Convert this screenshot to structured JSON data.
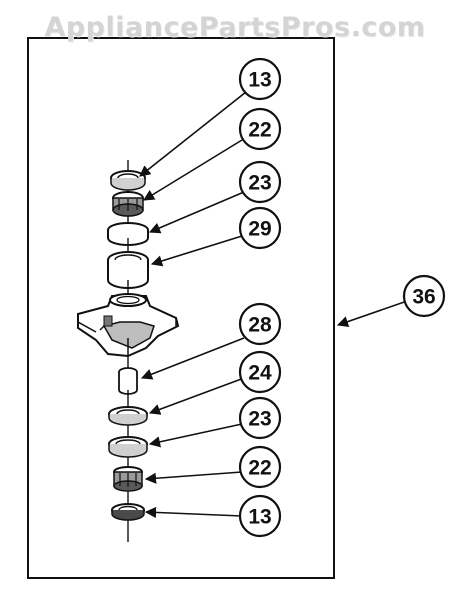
{
  "watermark": "AppliancePartsPros.com",
  "callouts": [
    {
      "id": "c1",
      "label": "13"
    },
    {
      "id": "c2",
      "label": "22"
    },
    {
      "id": "c3",
      "label": "23"
    },
    {
      "id": "c4",
      "label": "29"
    },
    {
      "id": "c5",
      "label": "28"
    },
    {
      "id": "c6",
      "label": "24"
    },
    {
      "id": "c7",
      "label": "23"
    },
    {
      "id": "c8",
      "label": "22"
    },
    {
      "id": "c9",
      "label": "13"
    },
    {
      "id": "c10",
      "label": "36"
    }
  ],
  "colors": {
    "ink": "#111111",
    "watermark": "#d4d4d4",
    "part_fill": "#ffffff",
    "part_shade": "#bdbdbd"
  }
}
